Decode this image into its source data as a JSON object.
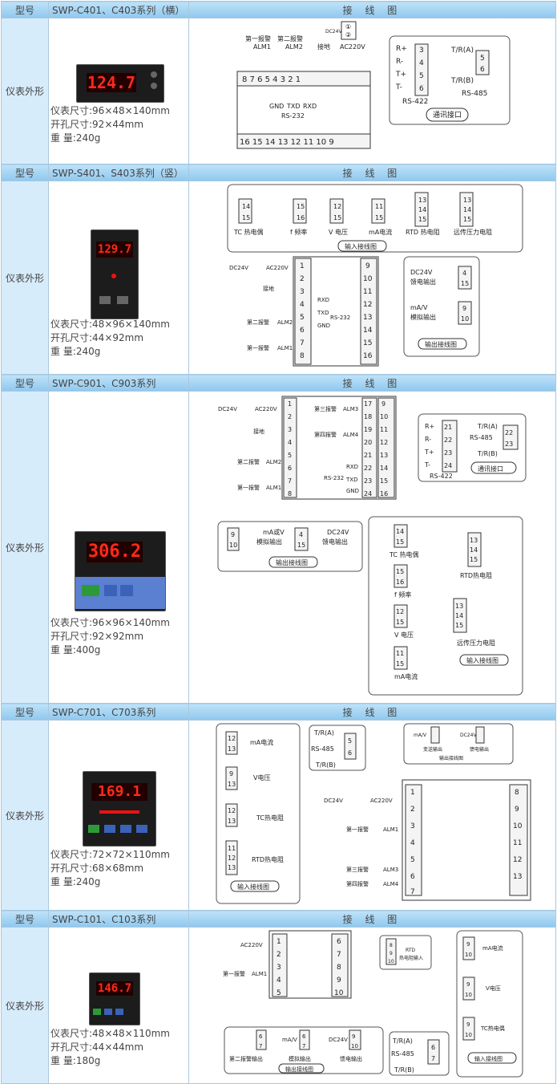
{
  "labels": {
    "model": "型号",
    "appearance": "仪表外形",
    "wiring": "接 线 图"
  },
  "rows": [
    {
      "model": "SWP-C401、C403系列（横）",
      "display": "124.7",
      "specs": [
        "仪表尺寸:96×48×140mm",
        "开孔尺寸:92×44mm",
        "重 量:240g"
      ]
    },
    {
      "model": "SWP-S401、S403系列（竖）",
      "display": "129.7",
      "specs": [
        "仪表尺寸:48×96×140mm",
        "开孔尺寸:44×92mm",
        "重 量:240g"
      ]
    },
    {
      "model": "SWP-C901、C903系列",
      "display": "306.2",
      "specs": [
        "仪表尺寸:96×96×140mm",
        "开孔尺寸:92×92mm",
        "重 量:400g"
      ]
    },
    {
      "model": "SWP-C701、C703系列",
      "display": "169.1",
      "specs": [
        "仪表尺寸:72×72×110mm",
        "开孔尺寸:68×68mm",
        "重 量:240g"
      ]
    },
    {
      "model": "SWP-C101、C103系列",
      "display": "146.7",
      "specs": [
        "仪表尺寸:48×48×110mm",
        "开孔尺寸:44×44mm",
        "重 量:180g"
      ]
    }
  ],
  "wiring_text": {
    "alm1": "第一报警",
    "alm2": "第二报警",
    "alm3": "第三报警",
    "alm4": "第四报警",
    "ALM1": "ALM1",
    "ALM2": "ALM2",
    "ALM3": "ALM3",
    "ALM4": "ALM4",
    "dc24v": "DC24V",
    "ac220v": "AC220V",
    "ground": "接地",
    "gnd": "GND",
    "txd": "TXD",
    "rxd": "RXD",
    "rs232": "RS-232",
    "rs422": "RS-422",
    "rs485": "RS-485",
    "tra": "T/R(A)",
    "trb": "T/R(B)",
    "comm": "通讯接口",
    "tc": "TC 热电偶",
    "freq": "f 频率",
    "volt": "V 电压",
    "ma": "mA电流",
    "rtd": "RTD 热电阻",
    "remote": "远传压力电阻",
    "input": "输入接线图",
    "feed": "DC24V\n馈电输出",
    "feed_out": "馈电输出",
    "analog": "mA/V\n模拟输出",
    "analog_out": "模拟输出",
    "output": "输出接线图",
    "ma_or_v": "mA或V",
    "tc2": "TC热电偶",
    "ma2": "mA电流",
    "v2": "V电压",
    "tc3": "TC热电阻",
    "rtd2": "RTD热电阻",
    "rtd3": "RTD热电阻",
    "freq2": "f 频率",
    "v3": "V 电压",
    "ma3": "mA电流",
    "remote2": "远传压力电阻",
    "transmit": "变送输出",
    "rtd_in": "RTD\n热电阻输入",
    "alm2_out": "第二报警输出"
  }
}
